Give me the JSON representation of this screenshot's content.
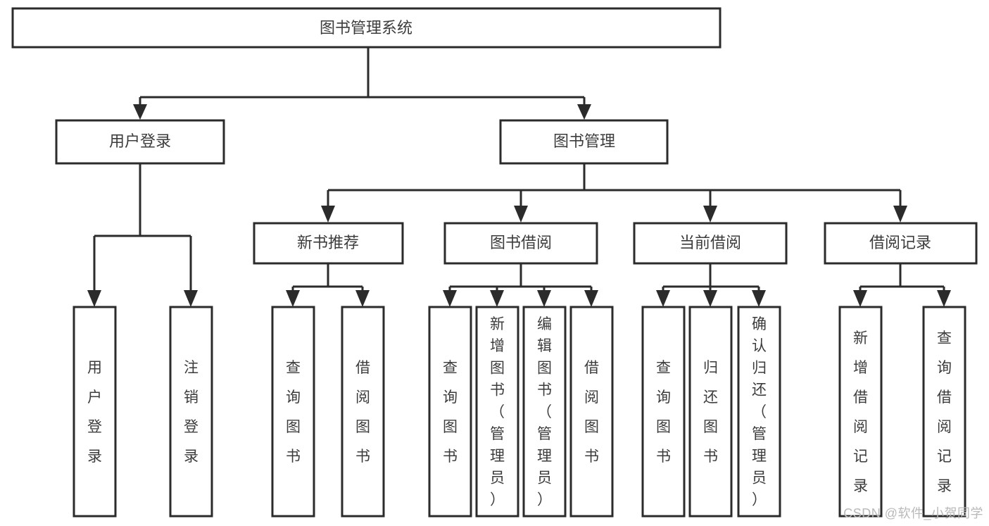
{
  "diagram": {
    "title": "图书管理系统",
    "watermark": "CSDN @软件_小贺同学",
    "colors": {
      "stroke": "#2b2b2b",
      "box_fill": "#ffffff",
      "text": "#3c3c3c",
      "background": "#ffffff",
      "watermark": "#b9b9b9"
    },
    "root": {
      "label": "图书管理系统"
    },
    "level2": [
      {
        "label": "用户登录"
      },
      {
        "label": "图书管理"
      }
    ],
    "level3": [
      {
        "label": "新书推荐"
      },
      {
        "label": "图书借阅"
      },
      {
        "label": "当前借阅"
      },
      {
        "label": "借阅记录"
      }
    ],
    "leaves": {
      "user_login": [
        {
          "label": "用户登录"
        },
        {
          "label": "注销登录"
        }
      ],
      "new_book_recommend": [
        {
          "label": "查询图书"
        },
        {
          "label": "借阅图书"
        }
      ],
      "book_borrow": [
        {
          "label": "查询图书"
        },
        {
          "label": "新增图书（管理员）"
        },
        {
          "label": "编辑图书（管理员）"
        },
        {
          "label": "借阅图书"
        }
      ],
      "current_borrow": [
        {
          "label": "查询图书"
        },
        {
          "label": "归还图书"
        },
        {
          "label": "确认归还（管理员）"
        }
      ],
      "borrow_record": [
        {
          "label": "新增借阅记录"
        },
        {
          "label": "查询借阅记录"
        }
      ]
    }
  }
}
